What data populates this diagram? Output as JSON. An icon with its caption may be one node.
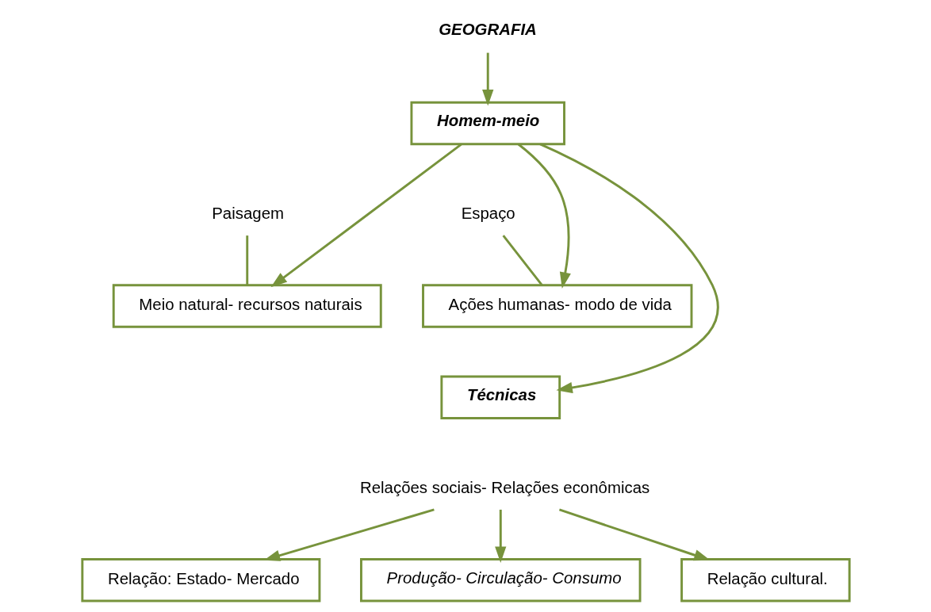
{
  "diagram": {
    "nodes": [
      {
        "text": [
          "GEOGRAFIA"
        ]
      },
      {
        "text": [
          "Homem-meio"
        ]
      },
      {
        "text": [
          "Paisagem"
        ]
      },
      {
        "text": [
          "Espaço"
        ]
      },
      {
        "text": [
          "Meio natural- recursos naturais"
        ]
      },
      {
        "text": [
          "Ações humanas- modo de vida"
        ]
      },
      {
        "text": [
          "Técnicas"
        ]
      },
      {
        "text": [
          "Relações sociais- Relações econômicas"
        ]
      },
      {
        "text": [
          "Relação: Estado- Mercado"
        ]
      },
      {
        "text": [
          "Produção- Circulação- Consumo"
        ]
      },
      {
        "text": [
          "Relação cultural."
        ]
      }
    ],
    "edges": [
      {
        "from": 0,
        "to": 1,
        "arrow": "to"
      },
      {
        "from": 1,
        "to": 4,
        "arrow": "to"
      },
      {
        "from": 1,
        "to": 6,
        "arrow": "to"
      },
      {
        "from": 1,
        "to": 5,
        "arrow": "to"
      },
      {
        "from": 2,
        "to": 4,
        "arrow": "none"
      },
      {
        "from": 3,
        "to": 5,
        "arrow": "none"
      },
      {
        "from": 7,
        "to": 8,
        "arrow": "to"
      },
      {
        "from": 7,
        "to": 9,
        "arrow": "to"
      },
      {
        "from": 7,
        "to": 10,
        "arrow": "to"
      }
    ]
  }
}
